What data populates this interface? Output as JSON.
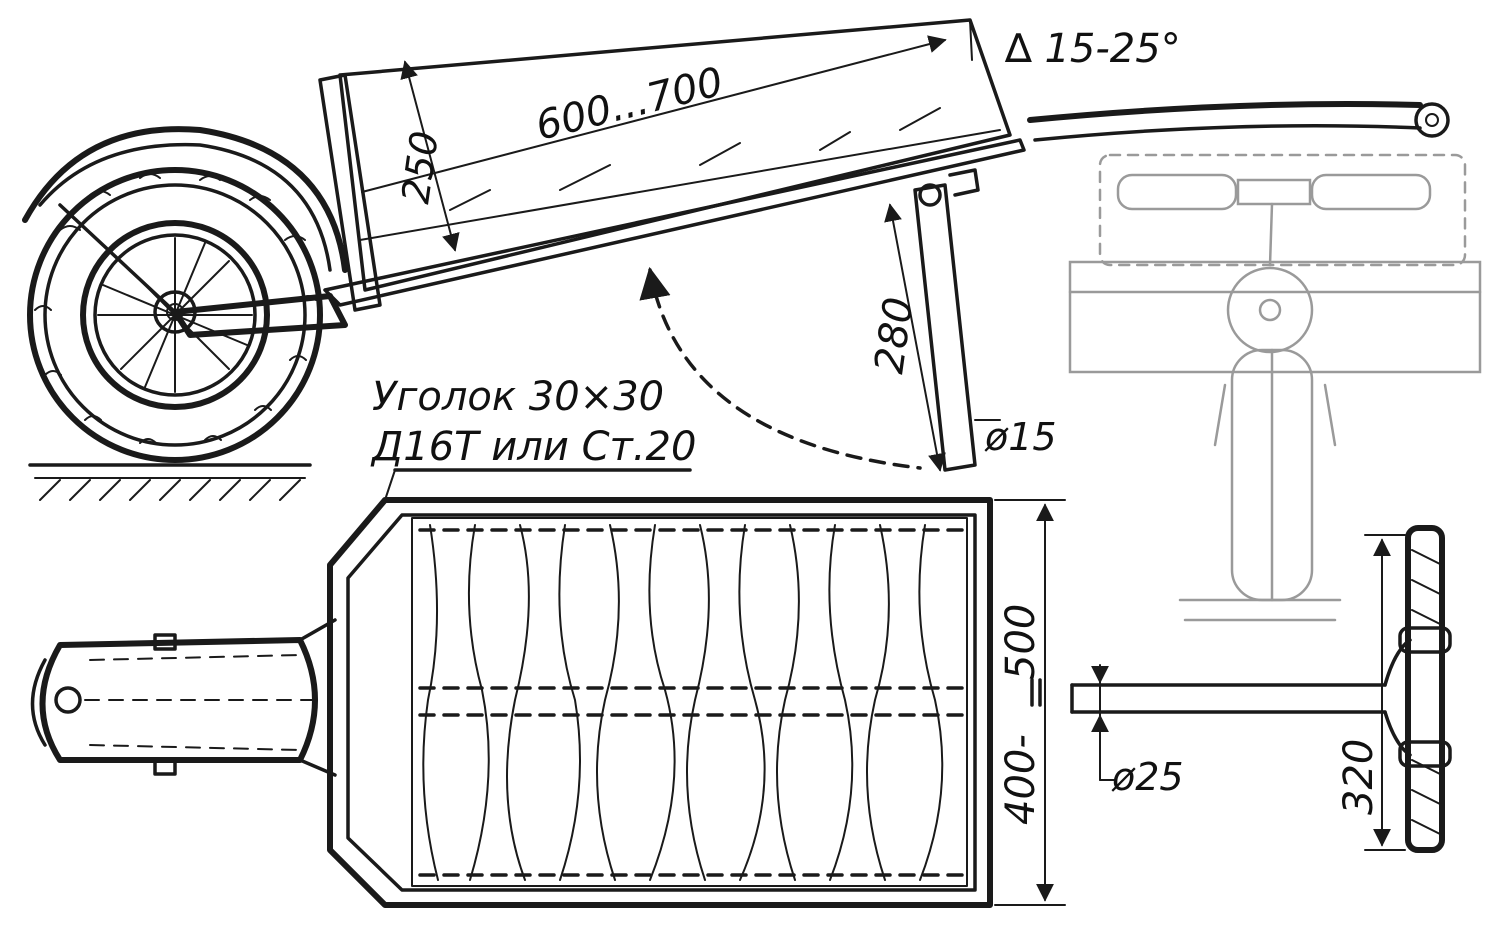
{
  "colors": {
    "ink": "#1a1a1a",
    "paper": "#ffffff",
    "ghost": "#9a9a9a"
  },
  "labels": {
    "box_height": "250",
    "box_length": "600...700",
    "tilt_angle": "∆ 15-25°",
    "stand_length": "280",
    "stand_diameter": "ø15",
    "angle_material_line1": "Уголок 30×30",
    "angle_material_line2": "Д16Т или Ст.20",
    "width_top": "500",
    "width_bottom": "400-",
    "handle_diameter": "ø25",
    "grip_width": "320"
  }
}
